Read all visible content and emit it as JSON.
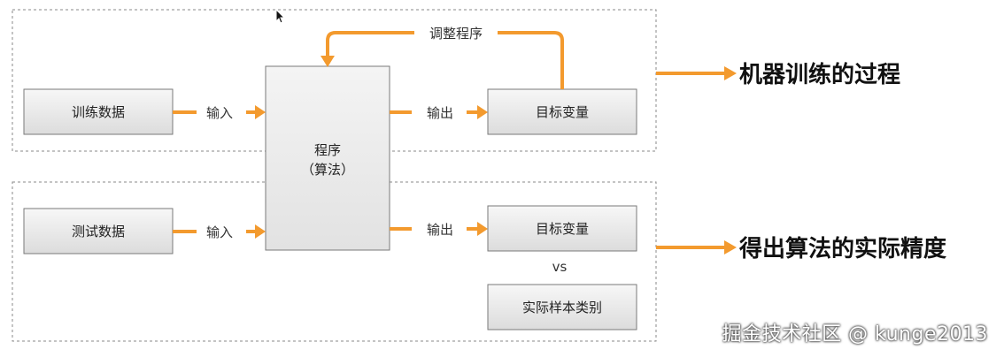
{
  "training": {
    "input_box": "训练数据",
    "input_label": "输入",
    "output_label": "输出",
    "output_box": "目标变量",
    "feedback_label": "调整程序",
    "caption": "机器训练的过程"
  },
  "program": {
    "line1": "程序",
    "line2": "（算法）"
  },
  "testing": {
    "input_box": "测试数据",
    "input_label": "输入",
    "output_label": "输出",
    "output_box": "目标变量",
    "vs_label": "vs",
    "actual_box": "实际样本类别",
    "caption": "得出算法的实际精度"
  },
  "watermark": "掘金技术社区 @ kunge2013",
  "colors": {
    "arrow": "#f39a2e",
    "box_top": "#f7f7f7",
    "box_bottom": "#dcdcdc"
  },
  "icons": [
    "mouse-cursor-icon"
  ]
}
